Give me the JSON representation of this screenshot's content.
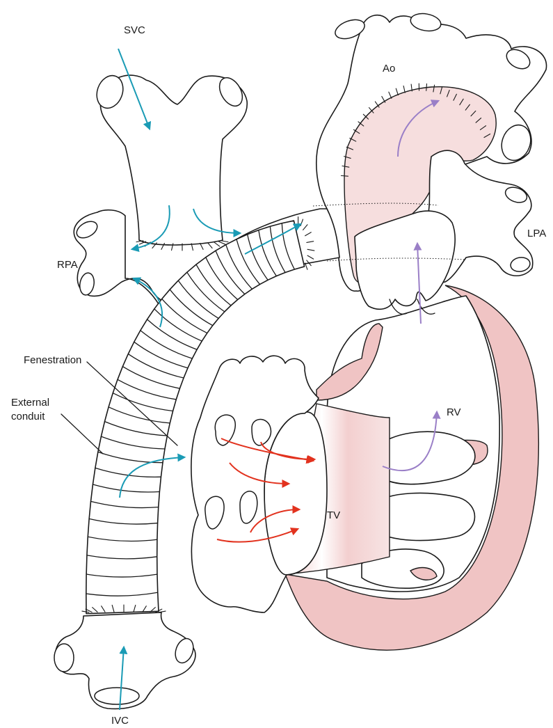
{
  "labels": {
    "svc": "SVC",
    "ao": "Ao",
    "rpa": "RPA",
    "lpa": "LPA",
    "fenestration": "Fenestration",
    "external_conduit_line1": "External",
    "external_conduit_line2": "conduit",
    "rv": "RV",
    "tv": "TV",
    "ivc": "IVC"
  },
  "colors": {
    "systemic_venous_flow": "#1a9bb5",
    "atrial_flow": "#e2321e",
    "ventricular_flow": "#9a7fc7",
    "myocardium": "#f0c4c4",
    "outline": "#1a1a1a"
  }
}
